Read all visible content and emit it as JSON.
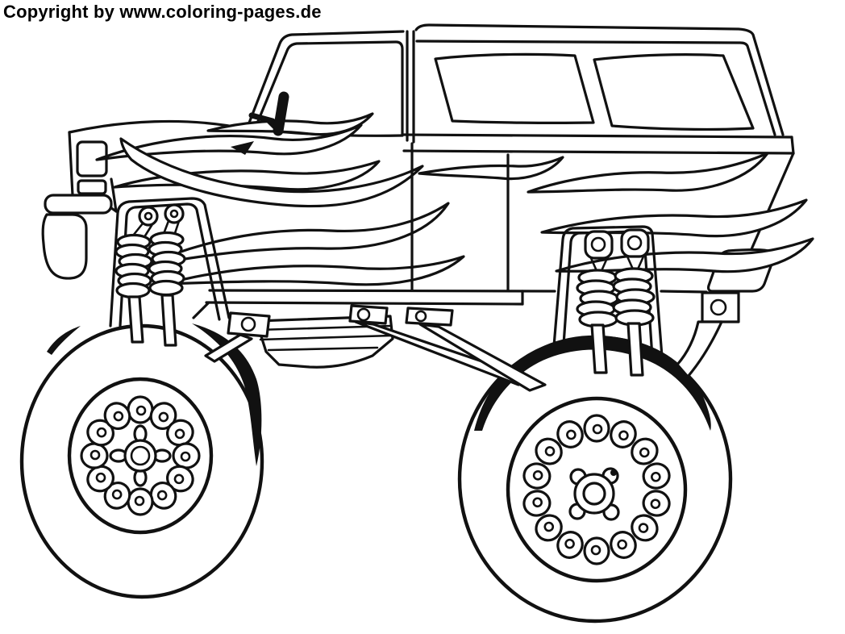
{
  "page": {
    "background_color": "#ffffff",
    "line_color": "#111111"
  },
  "header": {
    "copyright": "Copyright by www.coloring-pages.de"
  },
  "drawing": {
    "subject": "Monster truck line-art coloring page",
    "front_wheel_lug_count": 12,
    "rear_wheel_lug_count": 14
  }
}
